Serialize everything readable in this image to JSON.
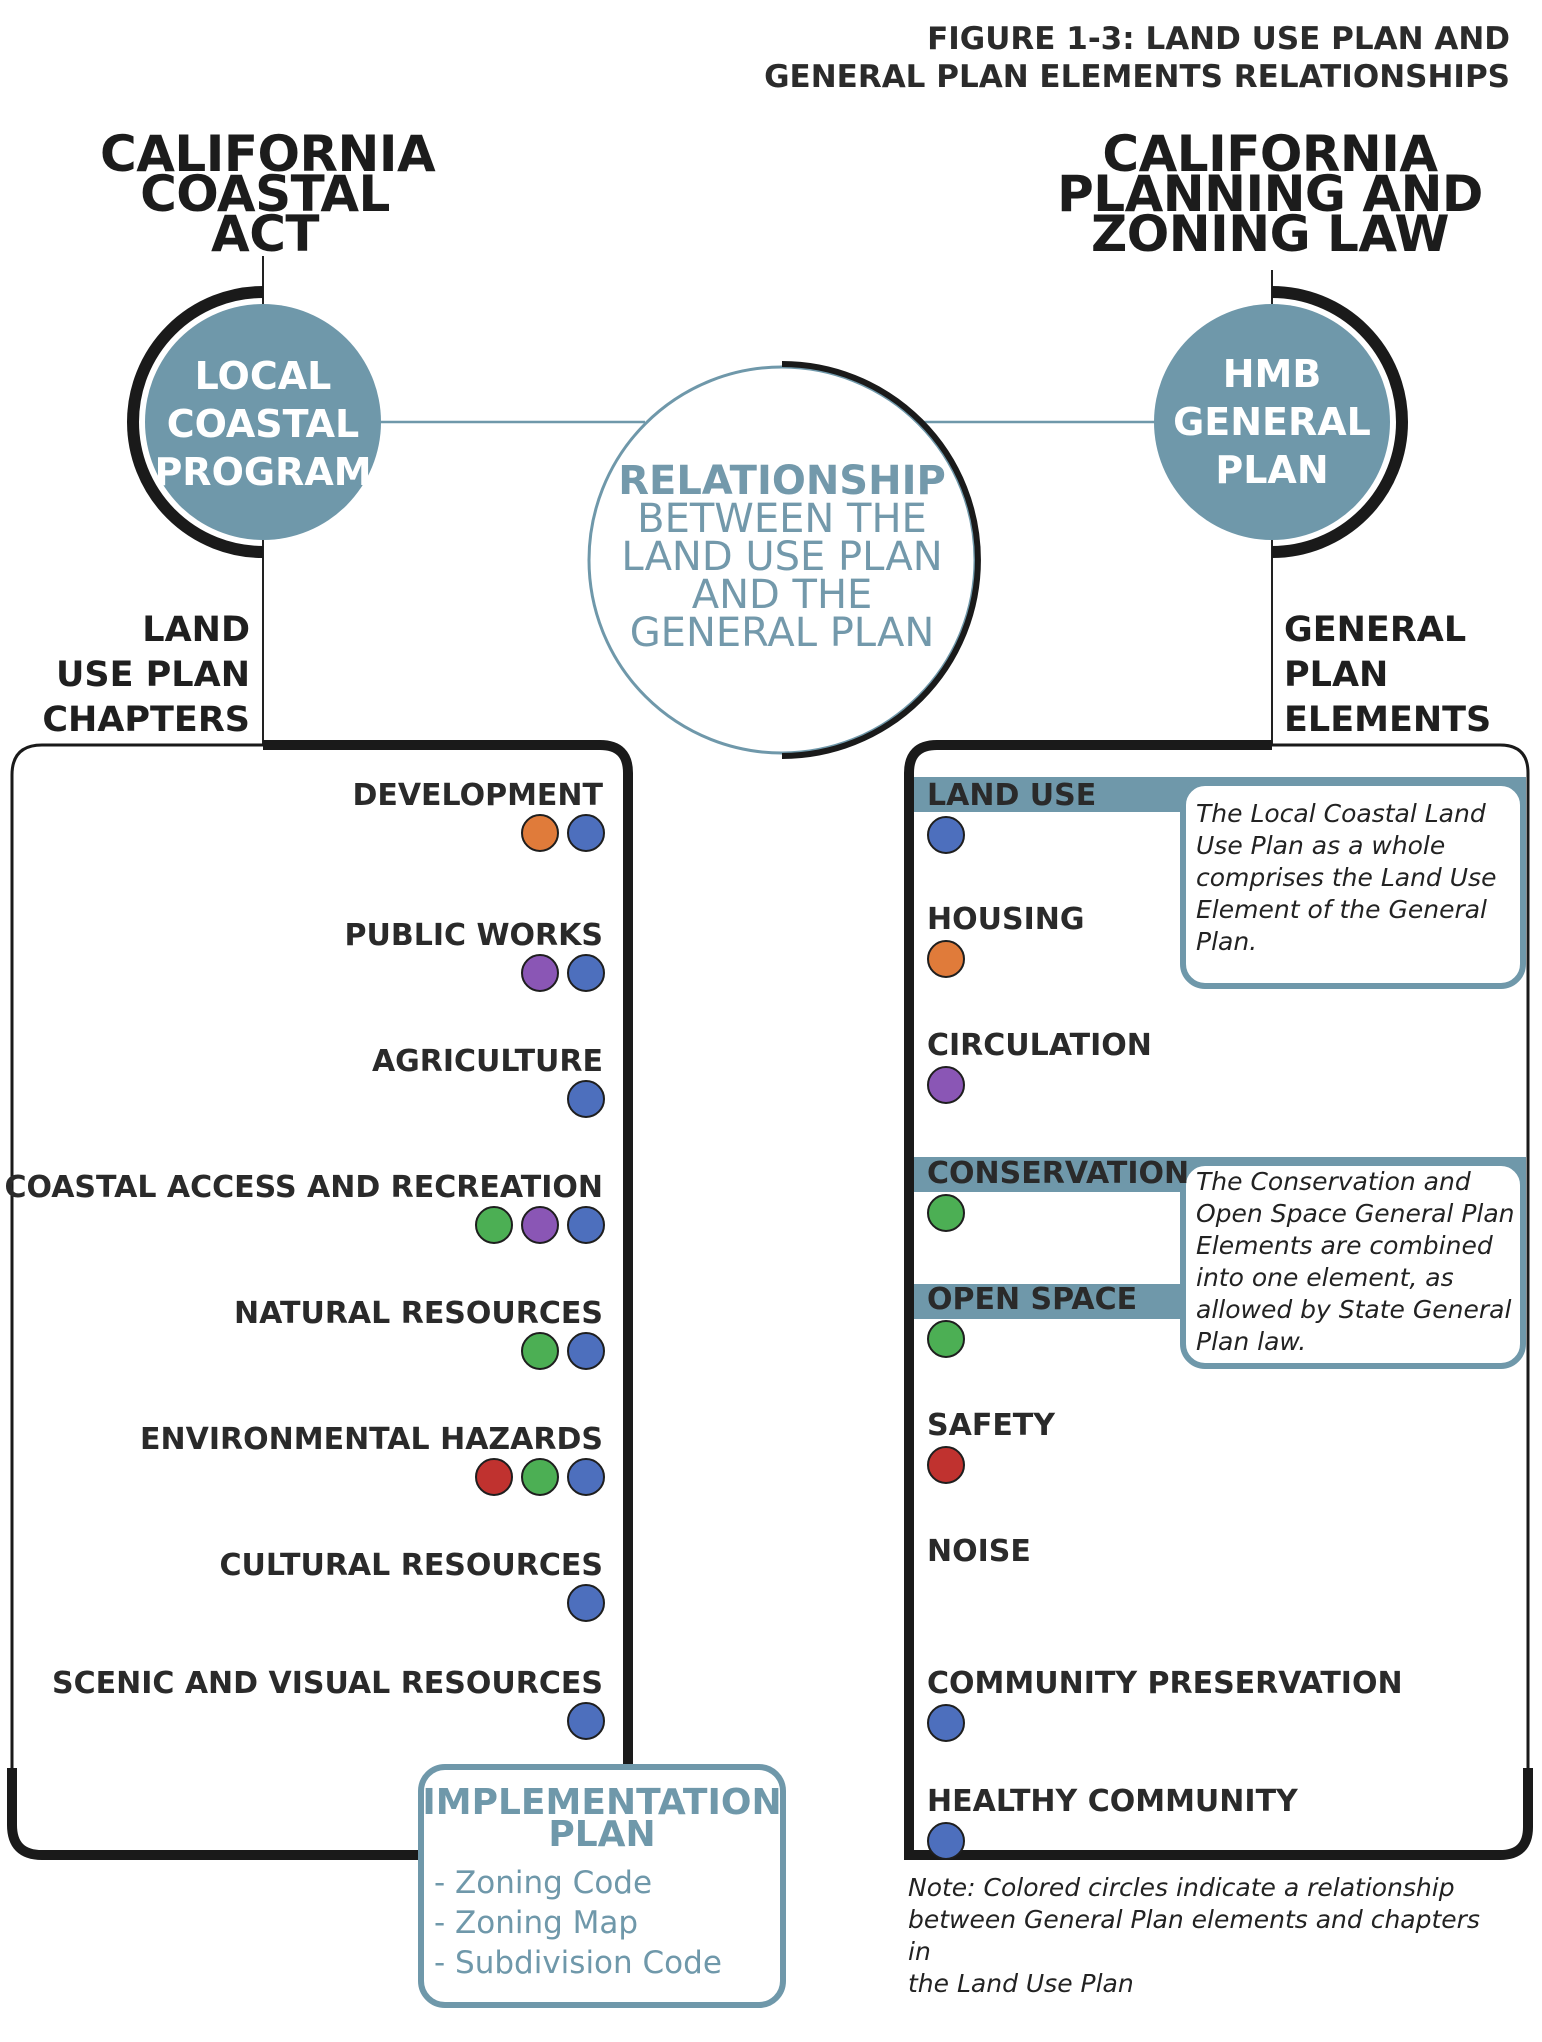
{
  "figure_title": "FIGURE 1-3: LAND USE PLAN AND\nGENERAL PLAN ELEMENTS RELATIONSHIPS",
  "left_heading": "CALIFORNIA\nCOASTAL\nACT",
  "right_heading": "CALIFORNIA\nPLANNING AND\nZONING LAW",
  "left_circle": "LOCAL\nCOASTAL\nPROGRAM",
  "right_circle": "HMB\nGENERAL\nPLAN",
  "center_circle": {
    "bold": "RELATIONSHIP",
    "rest": [
      "BETWEEN THE",
      "LAND USE PLAN",
      "AND THE",
      "GENERAL PLAN"
    ]
  },
  "left_label": "LAND\nUSE PLAN\nCHAPTERS",
  "right_label": "GENERAL\nPLAN\nELEMENTS",
  "colors": {
    "accent": "#6f98aa",
    "orange": "#e07b3a",
    "blue": "#4d6fbd",
    "purple": "#8a56b5",
    "green": "#4caf54",
    "red": "#c0322f"
  },
  "chapters": [
    {
      "name": "DEVELOPMENT",
      "dots": [
        "orange",
        "blue"
      ]
    },
    {
      "name": "PUBLIC WORKS",
      "dots": [
        "purple",
        "blue"
      ]
    },
    {
      "name": "AGRICULTURE",
      "dots": [
        "blue"
      ]
    },
    {
      "name": "COASTAL ACCESS AND RECREATION",
      "dots": [
        "green",
        "purple",
        "blue"
      ]
    },
    {
      "name": "NATURAL RESOURCES",
      "dots": [
        "green",
        "blue"
      ]
    },
    {
      "name": "ENVIRONMENTAL HAZARDS",
      "dots": [
        "red",
        "green",
        "blue"
      ]
    },
    {
      "name": "CULTURAL RESOURCES",
      "dots": [
        "blue"
      ]
    },
    {
      "name": "SCENIC AND VISUAL RESOURCES",
      "dots": [
        "blue"
      ]
    }
  ],
  "elements": [
    {
      "name": "LAND USE",
      "dot": "blue",
      "highlight": true
    },
    {
      "name": "HOUSING",
      "dot": "orange",
      "highlight": false
    },
    {
      "name": "CIRCULATION",
      "dot": "purple",
      "highlight": false
    },
    {
      "name": "CONSERVATION",
      "dot": "green",
      "highlight": true
    },
    {
      "name": "OPEN SPACE",
      "dot": "green",
      "highlight": true
    },
    {
      "name": "SAFETY",
      "dot": "red",
      "highlight": false
    },
    {
      "name": "NOISE",
      "dot": null,
      "highlight": false
    },
    {
      "name": "COMMUNITY PRESERVATION",
      "dot": "blue",
      "highlight": false
    },
    {
      "name": "HEALTHY COMMUNITY",
      "dot": "blue",
      "highlight": false
    }
  ],
  "note_land_use": "The Local Coastal Land\nUse Plan as a whole\ncomprises the Land Use\nElement of the General\nPlan.",
  "note_conservation": "The Conservation and\nOpen Space General Plan\nElements are combined\ninto one element, as\nallowed by State General\nPlan law.",
  "implementation": {
    "title": "IMPLEMENTATION\nPLAN",
    "items": [
      "- Zoning Code",
      "- Zoning Map",
      "- Subdivision Code"
    ]
  },
  "bottom_note": "Note: Colored circles indicate a relationship\nbetween General Plan elements and chapters in\nthe Land Use Plan"
}
